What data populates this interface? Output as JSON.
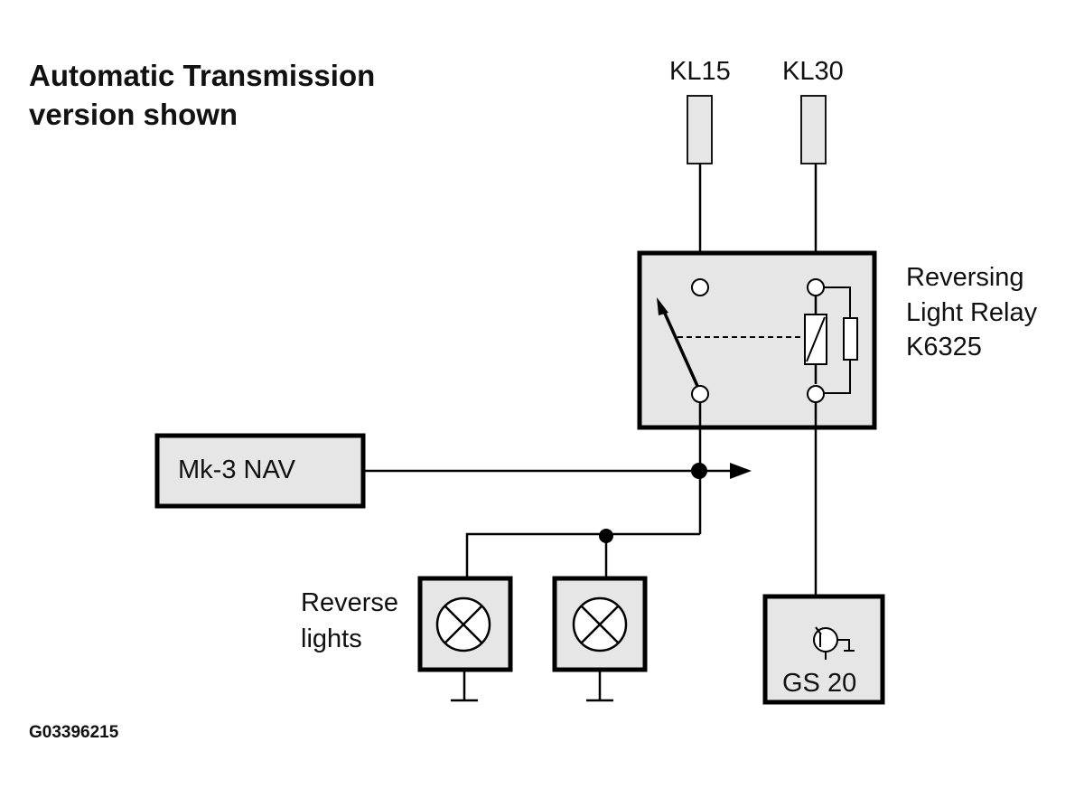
{
  "title": {
    "line1": "Automatic Transmission",
    "line2": "version shown"
  },
  "supplies": {
    "kl15": "KL15",
    "kl30": "KL30"
  },
  "relay": {
    "line1": "Reversing",
    "line2": "Light Relay",
    "line3": "K6325"
  },
  "nav": {
    "label": "Mk-3 NAV"
  },
  "lights": {
    "line1": "Reverse",
    "line2": "lights"
  },
  "gs": {
    "label": "GS 20"
  },
  "figure_code": "G03396215",
  "icons": {
    "lamp": "lamp-cross-icon",
    "ground": "ground-icon",
    "transistor": "transistor-icon",
    "coil": "relay-coil-icon",
    "resistor": "resistor-icon",
    "arrow": "arrow-right-icon"
  }
}
